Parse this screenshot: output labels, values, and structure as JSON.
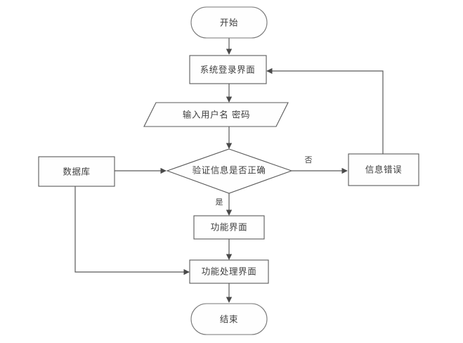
{
  "diagram": {
    "type": "flowchart",
    "title": "",
    "background_color": "#ffffff",
    "node_fill_color": "#fefefe",
    "node_border_color": "#595959",
    "connector_color": "#5a5a5a",
    "text_color": "#3d3d3d"
  },
  "nodes": {
    "start": {
      "label": "开始",
      "shape": "terminator"
    },
    "login_screen": {
      "label": "系统登录界面",
      "shape": "process"
    },
    "input_credentials": {
      "label": "输入用户名 密码",
      "shape": "input-output"
    },
    "verify_decision": {
      "label": "验证信息是否正确",
      "shape": "decision"
    },
    "database": {
      "label": "数据库",
      "shape": "process"
    },
    "info_error": {
      "label": "信息错误",
      "shape": "process"
    },
    "function_screen": {
      "label": "功能界面",
      "shape": "process"
    },
    "function_process_screen": {
      "label": "功能处理界面",
      "shape": "process"
    },
    "end": {
      "label": "结束",
      "shape": "terminator"
    }
  },
  "edge_labels": {
    "yes": "是",
    "no": "否"
  },
  "edges": [
    {
      "from": "start",
      "to": "login_screen",
      "label": ""
    },
    {
      "from": "login_screen",
      "to": "input_credentials",
      "label": ""
    },
    {
      "from": "input_credentials",
      "to": "verify_decision",
      "label": ""
    },
    {
      "from": "database",
      "to": "verify_decision",
      "label": ""
    },
    {
      "from": "verify_decision",
      "to": "info_error",
      "label": "否"
    },
    {
      "from": "verify_decision",
      "to": "function_screen",
      "label": "是"
    },
    {
      "from": "info_error",
      "to": "login_screen",
      "label": ""
    },
    {
      "from": "function_screen",
      "to": "function_process_screen",
      "label": ""
    },
    {
      "from": "database",
      "to": "function_process_screen",
      "label": ""
    },
    {
      "from": "function_process_screen",
      "to": "end",
      "label": ""
    }
  ]
}
